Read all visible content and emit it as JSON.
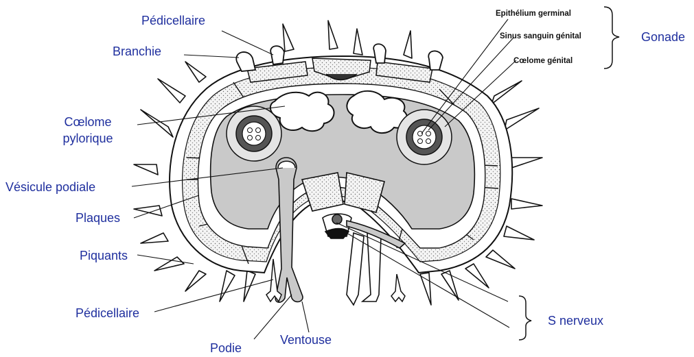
{
  "labels": {
    "pedicellaire_top": "Pédicellaire",
    "branchie": "Branchie",
    "coelome_pylorique_1": "Cœlome",
    "coelome_pylorique_2": "pylorique",
    "vesicule_podiale": "Vésicule podiale",
    "plaques": "Plaques",
    "piquants": "Piquants",
    "pedicellaire_bottom": "Pédicellaire",
    "podie": "Podie",
    "ventouse": "Ventouse",
    "s_nerveux": "S nerveux",
    "gonade": "Gonade",
    "epithelium_germinal": "Epithélium germinal",
    "sinus_sanguin_genital": "Sinus sanguin génital",
    "coelome_genital": "Cœlome génital"
  },
  "colors": {
    "label_blue": "#1f2f9e",
    "cavity_gray": "#c9c9c9",
    "line_black": "#111111"
  }
}
